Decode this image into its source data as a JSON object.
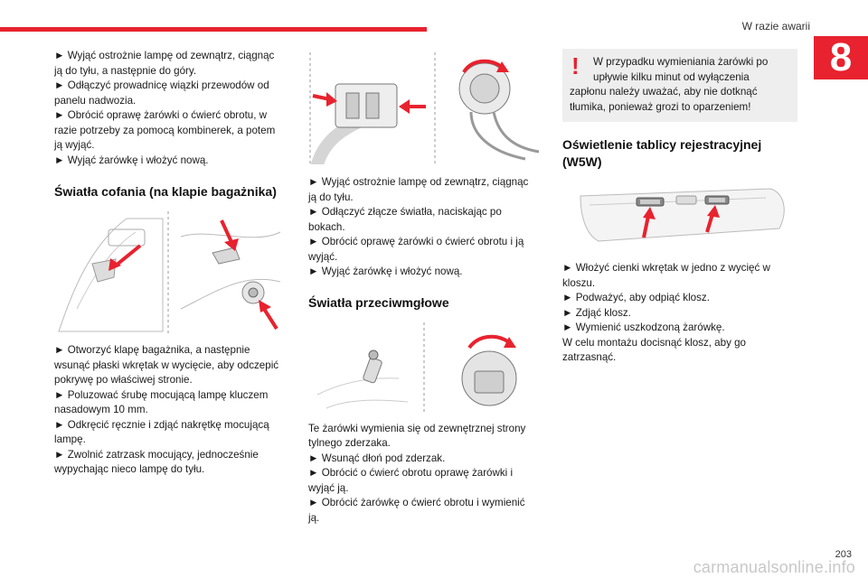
{
  "header": {
    "section_title": "W razie awarii",
    "chapter_number": "8"
  },
  "col1": {
    "lines_a": [
      "► Wyjąć ostrożnie lampę od zewnątrz, ciągnąc",
      "ją do tyłu, a następnie do góry.",
      "► Odłączyć prowadnicę wiązki przewodów od",
      "panelu nadwozia.",
      "► Obrócić oprawę żarówki o ćwierć obrotu, w",
      "razie potrzeby za pomocą kombinerek, a potem",
      "ją wyjąć.",
      "► Wyjąć żarówkę i włożyć nową."
    ],
    "heading": "Światła cofania (na klapie bagażnika)",
    "lines_b": [
      "► Otworzyć klapę bagażnika, a następnie",
      "wsunąć płaski wkrętak w wycięcie, aby odczepić",
      "pokrywę po właściwej stronie.",
      "► Poluzować śrubę mocującą lampę kluczem",
      "nasadowym 10 mm.",
      "► Odkręcić ręcznie i zdjąć nakrętkę mocującą",
      "lampę.",
      "► Zwolnić zatrzask mocujący, jednocześnie",
      "wypychając nieco lampę do tyłu."
    ]
  },
  "col2": {
    "lines_a": [
      "► Wyjąć ostrożnie lampę od zewnątrz, ciągnąc",
      "ją do tyłu.",
      "► Odłączyć złącze światła, naciskając po",
      "bokach.",
      "► Obrócić oprawę żarówki o ćwierć obrotu i ją",
      "wyjąć.",
      "► Wyjąć żarówkę i włożyć nową."
    ],
    "heading": "Światła przeciwmgłowe",
    "lines_b": [
      "Te żarówki wymienia się od zewnętrznej strony",
      "tylnego zderzaka.",
      "► Wsunąć dłoń pod zderzak.",
      "► Obrócić o ćwierć obrotu oprawę żarówki i",
      "wyjąć ją.",
      "► Obrócić żarówkę o ćwierć obrotu i wymienić",
      "ją."
    ]
  },
  "col3": {
    "warning_lines": [
      "W przypadku wymieniania żarówki po",
      "upływie kilku minut od wyłączenia",
      "zapłonu należy uważać, aby nie dotknąć",
      "tłumika, ponieważ grozi to oparzeniem!"
    ],
    "heading_lines": [
      "Oświetlenie tablicy rejestracyjnej",
      "(W5W)"
    ],
    "lines_b": [
      "► Włożyć cienki wkrętak w jedno z wycięć w",
      "kloszu.",
      "► Podważyć, aby odpiąć klosz.",
      "► Zdjąć klosz.",
      "► Wymienić uszkodzoną żarówkę.",
      "W celu montażu docisnąć klosz, aby go",
      "zatrzasnąć."
    ]
  },
  "footer": {
    "page_number": "203",
    "watermark": "carmanualsonline.info"
  },
  "colors": {
    "accent": "#e8222e",
    "warning_bg": "#eeeeee"
  },
  "icons": [
    "warning-exclamation-icon",
    "red-arrow-icon"
  ]
}
